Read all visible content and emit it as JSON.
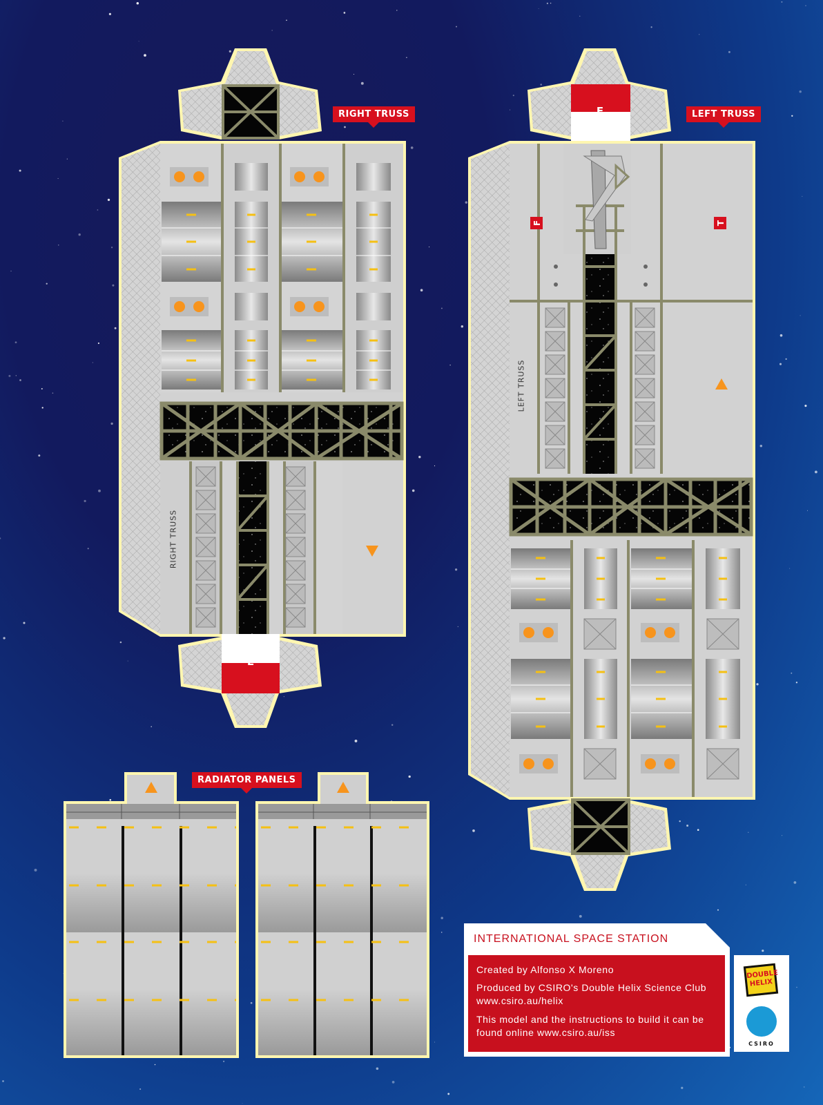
{
  "labels": {
    "right_truss_tag": "RIGHT TRUSS",
    "left_truss_tag": "LEFT TRUSS",
    "radiator_tag": "RADIATOR PANELS",
    "right_truss_side": "RIGHT TRUSS",
    "left_truss_side": "LEFT TRUSS",
    "tab_e": "E",
    "tab_f": "F",
    "tab_t": "T"
  },
  "info": {
    "title": "INTERNATIONAL SPACE STATION",
    "line1": "Created by Alfonso X Moreno",
    "line2": "Produced by CSIRO's Double Helix Science Club www.csiro.au/helix",
    "line3": "This model and the instructions to build it can be found online www.csiro.au/iss"
  },
  "logos": {
    "double_helix": "DOUBLE HELIX",
    "csiro": "CSIRO"
  },
  "colors": {
    "red": "#d7101e",
    "orange": "#f7941d",
    "olive": "#8a8a6a",
    "panel_light": "#d2d2d2",
    "border_yellow": "#fff6b0"
  }
}
